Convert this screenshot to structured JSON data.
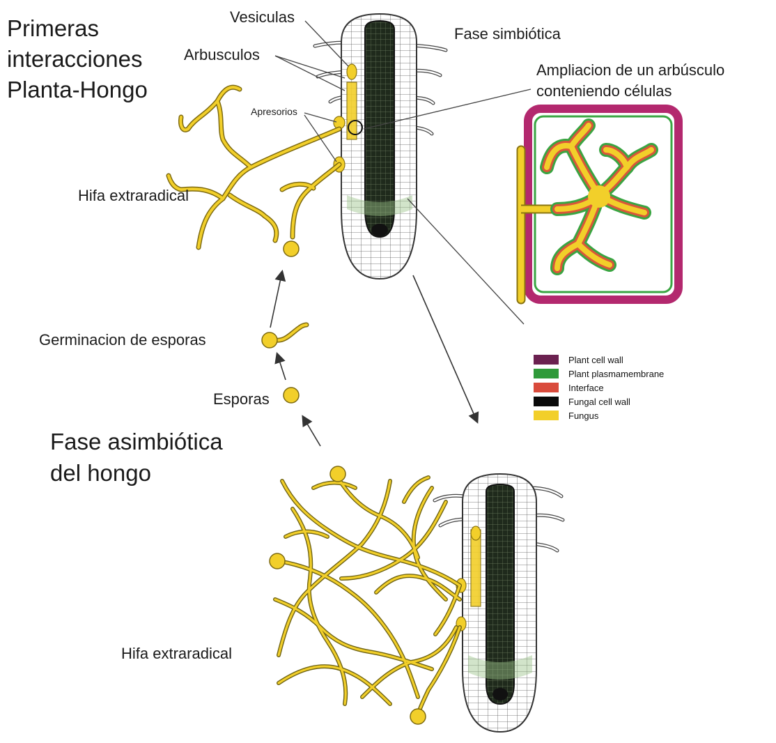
{
  "labels": {
    "title_primeras": [
      "Primeras",
      "interacciones",
      "Planta-Hongo"
    ],
    "vesiculas": "Vesiculas",
    "arbusculos": "Arbusculos",
    "apresorios": "Apresorios",
    "fase_simbiotica": "Fase simbiótica",
    "ampliacion": [
      "Ampliacion de un arbúsculo",
      "conteniendo células"
    ],
    "hifa_top": "Hifa extraradical",
    "germinacion": "Germinacion de esporas",
    "esporas": "Esporas",
    "fase_asimbiotica": [
      "Fase asimbiótica",
      "del hongo"
    ],
    "hifa_bottom": "Hifa extraradical"
  },
  "legend": [
    {
      "label": "Plant cell wall",
      "color": "#6b2150"
    },
    {
      "label": "Plant plasmamembrane",
      "color": "#2f9a3a"
    },
    {
      "label": "Interface",
      "color": "#d94b3c"
    },
    {
      "label": "Fungal cell wall",
      "color": "#0a0a0a"
    },
    {
      "label": "Fungus",
      "color": "#f2cf2a"
    }
  ],
  "colors": {
    "fungus": "#f2cf2a",
    "fungus_dark": "#8a7410",
    "root_core": "#1f2a1c",
    "wall": "#b3286e",
    "membrane": "#3aa542",
    "interface": "#d9563a"
  }
}
